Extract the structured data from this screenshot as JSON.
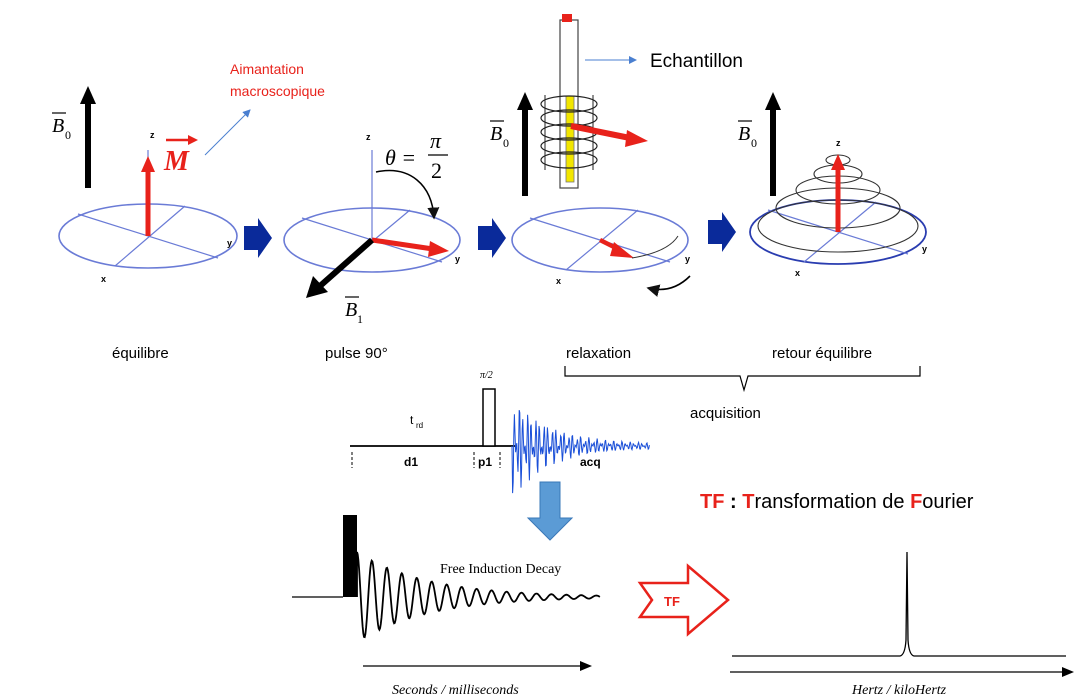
{
  "annotations": {
    "magnetization": "Aimantation macroscopique",
    "magnetization_line1": "Aimantation",
    "magnetization_line2": "macroscopique",
    "sample": "Echantillon"
  },
  "symbols": {
    "b0": "B",
    "b0_sub": "0",
    "b1": "B",
    "b1_sub": "1",
    "m": "M",
    "theta_eq": "θ =",
    "pi": "π",
    "two": "2",
    "axis_x": "x",
    "axis_y": "y",
    "axis_z": "z"
  },
  "stages": {
    "equilibrium": "équilibre",
    "pulse": "pulse 90°",
    "relaxation": "relaxation",
    "return": "retour équilibre",
    "acquisition": "acquisition"
  },
  "pulse_sequence": {
    "pulse_label": "π/2",
    "trd": "t",
    "trd_sub": "rd",
    "d1": "d1",
    "p1": "p1",
    "acq": "acq"
  },
  "fourier": {
    "title_tf": "TF",
    "title_colon": " : ",
    "title_T": "T",
    "title_mid": "ransformation de ",
    "title_F": "F",
    "title_end": "ourier",
    "arrow_label": "TF",
    "fid_label": "Free Induction Decay",
    "time_axis": "Seconds / milliseconds",
    "freq_axis": "Hertz / kiloHertz"
  },
  "colors": {
    "red": "#e8221b",
    "ellipse": "#6a7bd6",
    "navy_arrow": "#0a2a9a",
    "fid_blue": "#1a4fd8",
    "down_arrow": "#5b9bd5",
    "sample_yellow": "#f2e600"
  }
}
